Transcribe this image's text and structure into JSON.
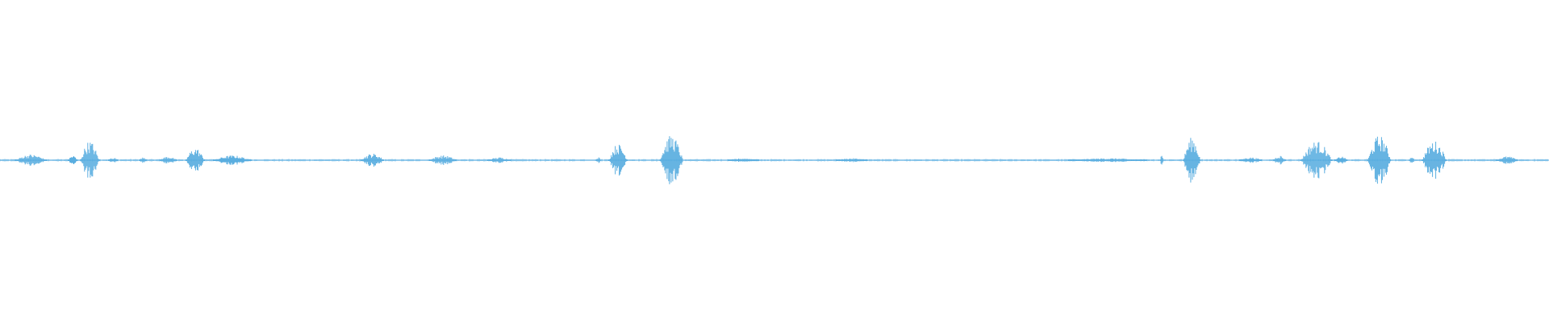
{
  "waveform": {
    "color": "#5aaee0",
    "baseline_color": "#5aaee0",
    "duration_fraction_shown": 1.0,
    "segments": [
      {
        "start": 0.01,
        "end": 0.03,
        "level": 0.06
      },
      {
        "start": 0.044,
        "end": 0.05,
        "level": 0.05
      },
      {
        "start": 0.052,
        "end": 0.064,
        "level": 0.2
      },
      {
        "start": 0.07,
        "end": 0.076,
        "level": 0.03
      },
      {
        "start": 0.09,
        "end": 0.095,
        "level": 0.04
      },
      {
        "start": 0.103,
        "end": 0.114,
        "level": 0.04
      },
      {
        "start": 0.12,
        "end": 0.132,
        "level": 0.13
      },
      {
        "start": 0.138,
        "end": 0.162,
        "level": 0.05
      },
      {
        "start": 0.233,
        "end": 0.248,
        "level": 0.07
      },
      {
        "start": 0.277,
        "end": 0.295,
        "level": 0.05
      },
      {
        "start": 0.315,
        "end": 0.33,
        "level": 0.03
      },
      {
        "start": 0.385,
        "end": 0.388,
        "level": 0.03
      },
      {
        "start": 0.393,
        "end": 0.405,
        "level": 0.17
      },
      {
        "start": 0.426,
        "end": 0.441,
        "level": 0.26
      },
      {
        "start": 0.47,
        "end": 0.49,
        "level": 0.02
      },
      {
        "start": 0.54,
        "end": 0.56,
        "level": 0.02
      },
      {
        "start": 0.69,
        "end": 0.74,
        "level": 0.02
      },
      {
        "start": 0.749,
        "end": 0.751,
        "level": 0.06
      },
      {
        "start": 0.764,
        "end": 0.775,
        "level": 0.24
      },
      {
        "start": 0.8,
        "end": 0.815,
        "level": 0.03
      },
      {
        "start": 0.822,
        "end": 0.83,
        "level": 0.05
      },
      {
        "start": 0.84,
        "end": 0.86,
        "level": 0.2
      },
      {
        "start": 0.862,
        "end": 0.87,
        "level": 0.04
      },
      {
        "start": 0.883,
        "end": 0.898,
        "level": 0.26
      },
      {
        "start": 0.91,
        "end": 0.913,
        "level": 0.05
      },
      {
        "start": 0.918,
        "end": 0.934,
        "level": 0.2
      },
      {
        "start": 0.966,
        "end": 0.98,
        "level": 0.04
      }
    ]
  }
}
